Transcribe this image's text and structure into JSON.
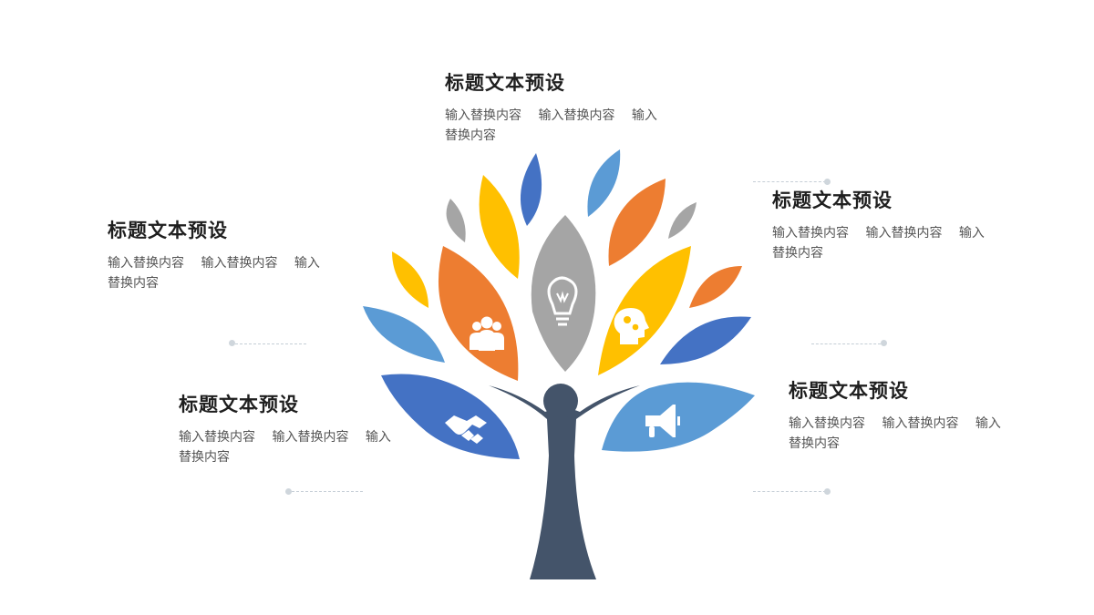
{
  "colors": {
    "navy": "#44546a",
    "blue": "#4472c4",
    "light_blue": "#5b9bd5",
    "orange": "#ed7d31",
    "yellow": "#ffc000",
    "gray": "#a5a5a5"
  },
  "blocks": {
    "top": {
      "title": "标题文本预设",
      "body": "输入替换内容　 输入替换内容　 输入替换内容"
    },
    "upper_left": {
      "title": "标题文本预设",
      "body": "输入替换内容　 输入替换内容　 输入替换内容"
    },
    "upper_right": {
      "title": "标题文本预设",
      "body": "输入替换内容　 输入替换内容　 输入替换内容"
    },
    "lower_left": {
      "title": "标题文本预设",
      "body": "输入替换内容　 输入替换内容　 输入替换内容"
    },
    "lower_right": {
      "title": "标题文本预设",
      "body": "输入替换内容　 输入替换内容　 输入替换内容"
    }
  },
  "icons": [
    "people-icon",
    "lightbulb-icon",
    "head-gears-icon",
    "handshake-icon",
    "megaphone-icon"
  ]
}
